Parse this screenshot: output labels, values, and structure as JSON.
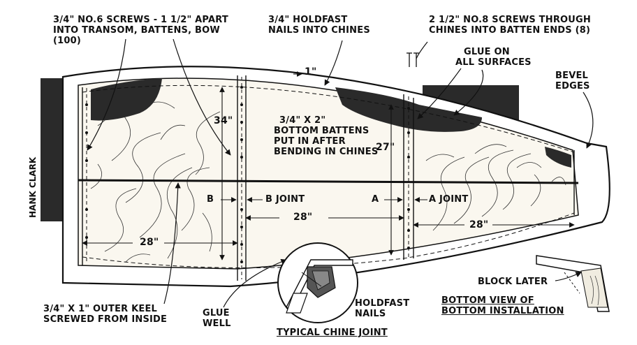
{
  "labels": {
    "screws_line1": "3/4\" NO.6 SCREWS - 1 1/2\" APART",
    "screws_line2": "INTO TRANSOM, BATTENS, BOW",
    "screws_line3": "(100)",
    "holdfast_top_line1": "3/4\"    HOLDFAST",
    "holdfast_top_line2": "NAILS INTO CHINES",
    "screws8_line1": "2 1/2\" NO.8 SCREWS THROUGH",
    "screws8_line2": "CHINES INTO BATTEN ENDS (8)",
    "glue_line1": "GLUE ON",
    "glue_line2": "ALL SURFACES",
    "bevel_line1": "BEVEL",
    "bevel_line2": "EDGES",
    "battens_line1": "3/4\" X 2\"",
    "battens_line2": "BOTTOM BATTENS",
    "battens_line3": "PUT IN AFTER",
    "battens_line4": "BENDING IN CHINES",
    "keel_line1": "3/4\" X 1\" OUTER KEEL",
    "keel_line2": "SCREWED FROM INSIDE",
    "glue_well_line1": "GLUE",
    "glue_well_line2": "WELL",
    "holdfast_bottom_line1": "HOLDFAST",
    "holdfast_bottom_line2": "NAILS",
    "typical_chine": "TYPICAL CHINE JOINT",
    "bottom_view_line1": "BOTTOM VIEW OF",
    "bottom_view_line2": "BOTTOM INSTALLATION",
    "block_later": "BLOCK LATER",
    "artist": "HANK CLARK"
  },
  "dimensions": {
    "d_1in": "1\"",
    "d_34in": "34\"",
    "d_27in": "27\"",
    "d_28_center": "28\"",
    "d_28_left": "28\"",
    "d_28_right": "28\""
  },
  "joints": {
    "b_letter": "B",
    "b_joint": "B  JOINT",
    "a_letter": "A",
    "a_joint": "A  JOINT"
  },
  "colors": {
    "ink": "#111111",
    "paper": "#ffffff",
    "dark_fill": "#2a2a2a"
  }
}
